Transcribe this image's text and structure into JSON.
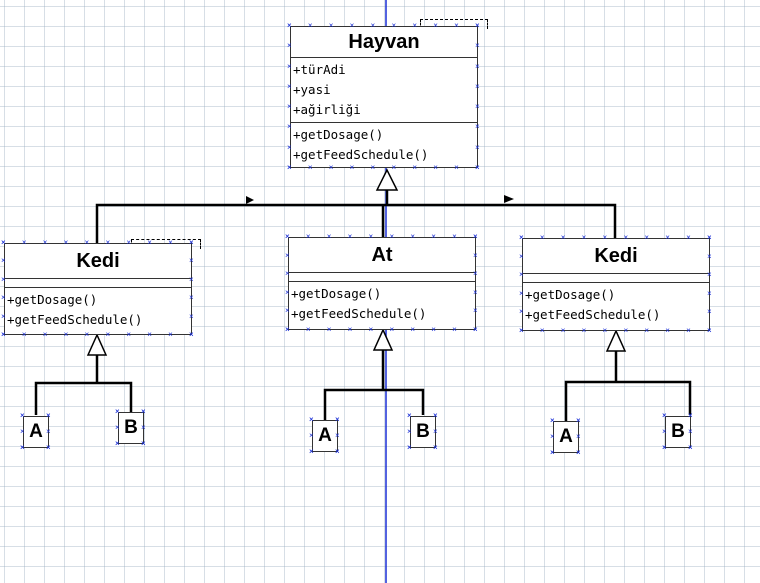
{
  "classes": {
    "hayvan": {
      "name": "Hayvan",
      "attributes": [
        "+türAdi",
        "+yasi",
        "+ağirliği"
      ],
      "methods": [
        "+getDosage()",
        "+getFeedSchedule()"
      ]
    },
    "kedi_left": {
      "name": "Kedi",
      "methods": [
        "+getDosage()",
        "+getFeedSchedule()"
      ]
    },
    "at": {
      "name": "At",
      "methods": [
        "+getDosage()",
        "+getFeedSchedule()"
      ]
    },
    "kedi_right": {
      "name": "Kedi",
      "methods": [
        "+getDosage()",
        "+getFeedSchedule()"
      ]
    }
  },
  "subclasses": {
    "kedi_left": {
      "a": "A",
      "b": "B"
    },
    "at": {
      "a": "A",
      "b": "B"
    },
    "kedi_right": {
      "a": "A",
      "b": "B"
    }
  },
  "colors": {
    "guide_line": "#1a2fd6",
    "handle": "#1a2fd6",
    "lines": "#000000",
    "grid": "#cfd8e0"
  }
}
